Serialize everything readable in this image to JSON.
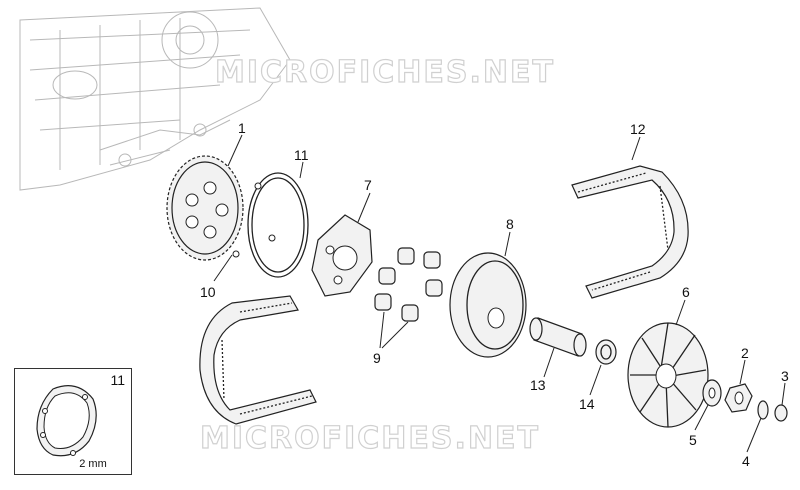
{
  "watermark": "MICROFICHES.NET",
  "inset": {
    "number": "11",
    "scale_label": "2 mm"
  },
  "callouts": {
    "n1": "1",
    "n2": "2",
    "n3": "3",
    "n4": "4",
    "n5": "5",
    "n6": "6",
    "n7": "7",
    "n8": "8",
    "n9": "9",
    "n10": "10",
    "n11": "11",
    "n12": "12",
    "n13": "13",
    "n14": "14"
  }
}
